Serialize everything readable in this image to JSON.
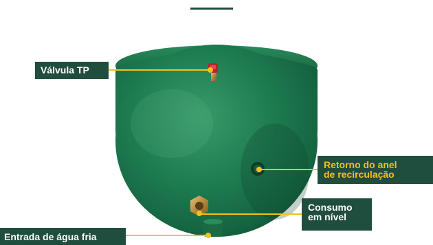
{
  "labels": {
    "valvula_tp": "Válvula TP",
    "retorno_line1": "Retorno do anel",
    "retorno_line2": "de recirculação",
    "consumo_line1": "Consumo",
    "consumo_line2": "em nível",
    "entrada_agua": "Entrada de água fria"
  },
  "colors": {
    "tank_green": "#1e7a4f",
    "label_bg": "#1f4d3e",
    "accent_yellow": "#f2c21a",
    "label_text": "#ffffff"
  }
}
